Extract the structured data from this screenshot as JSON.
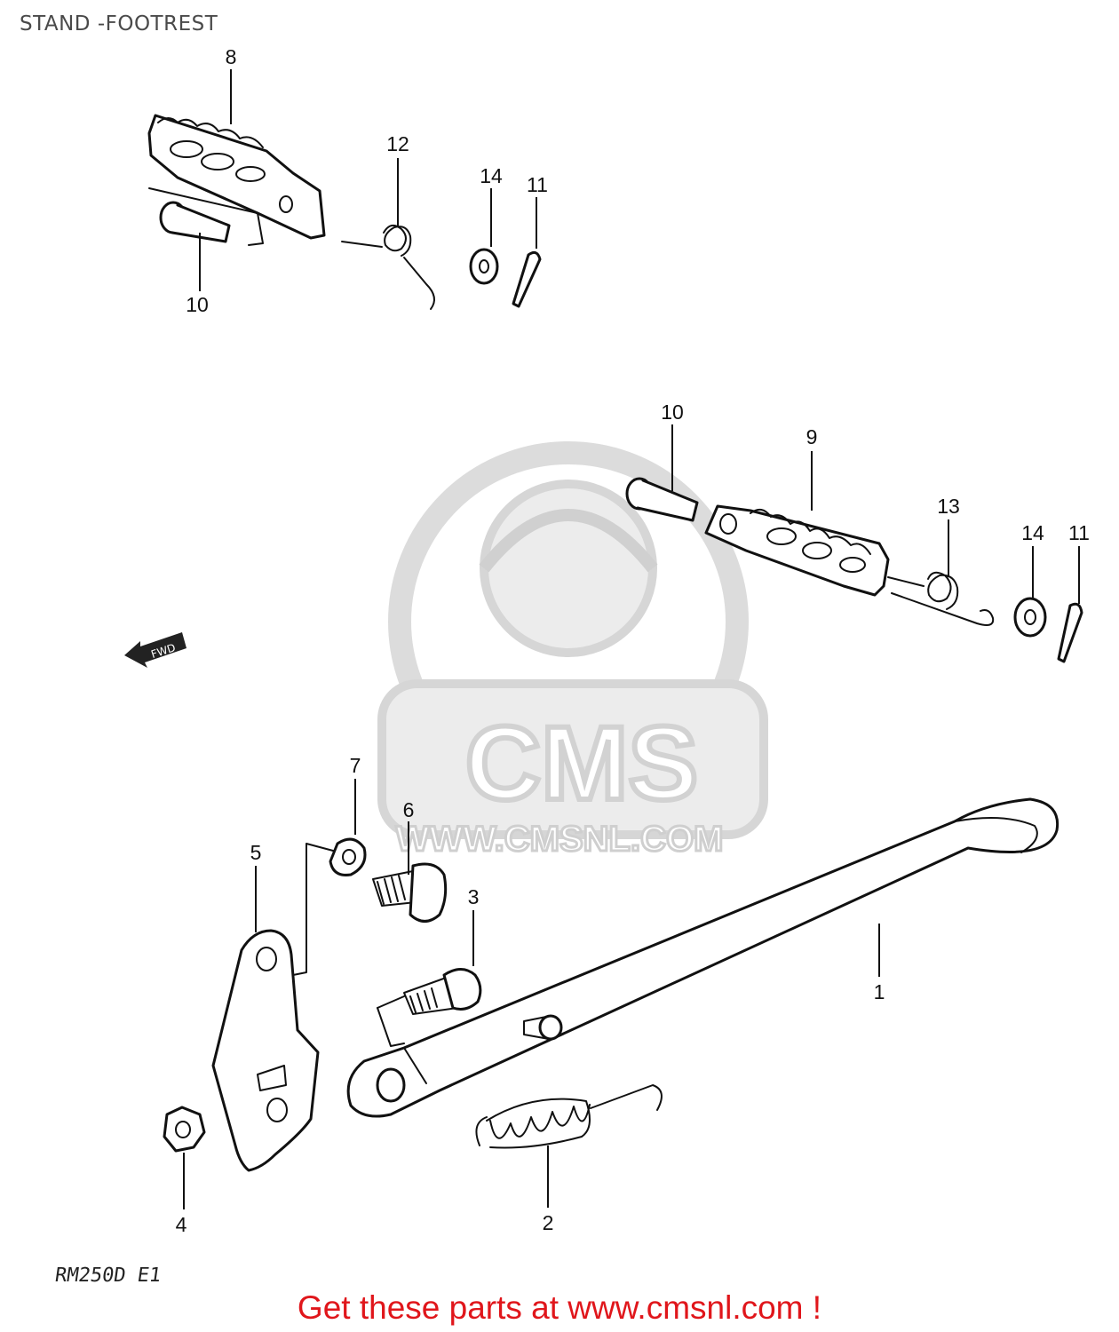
{
  "title": "STAND -FOOTREST",
  "model_code": "RM250D E1",
  "footer_text": "Get these parts at www.cmsnl.com !",
  "watermark": {
    "brand": "CMS",
    "url": "WWW.CMSNL.COM"
  },
  "fwd_arrow_text": "FWD",
  "callouts": {
    "p1": "1",
    "p2": "2",
    "p3": "3",
    "p4": "4",
    "p5": "5",
    "p6": "6",
    "p7": "7",
    "p8": "8",
    "p9": "9",
    "p10a": "10",
    "p10b": "10",
    "p11a": "11",
    "p11b": "11",
    "p12": "12",
    "p13": "13",
    "p14a": "14",
    "p14b": "14"
  },
  "colors": {
    "footer": "#e0161b",
    "watermark": "#d6d6d6",
    "ink": "#111111"
  }
}
